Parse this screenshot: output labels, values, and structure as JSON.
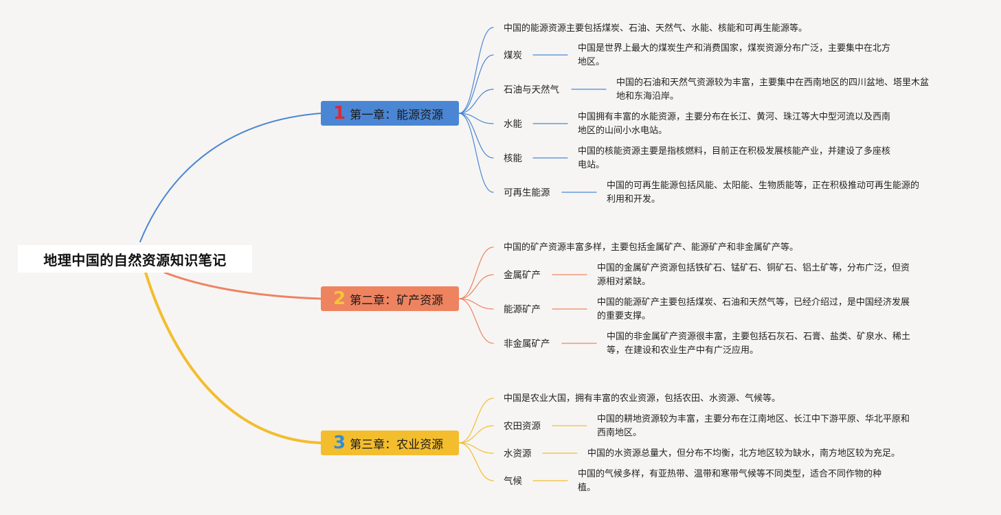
{
  "root": {
    "title": "地理中国的自然资源知识笔记"
  },
  "chapters": [
    {
      "num": "1",
      "title": "第一章：能源资源",
      "color": "#4a86d4",
      "num_color": "#d82a3a",
      "intro": "中国的能源资源主要包括煤炭、石油、天然气、水能、核能和可再生能源等。",
      "topics": [
        {
          "label": "煤炭",
          "lines": [
            "中国是世界上最大的煤炭生产和消费国家，煤炭资源分布广泛，主要集中在北方",
            "地区。"
          ]
        },
        {
          "label": "石油与天然气",
          "lines": [
            "中国的石油和天然气资源较为丰富，主要集中在西南地区的四川盆地、塔里木盆",
            "地和东海沿岸。"
          ]
        },
        {
          "label": "水能",
          "lines": [
            "中国拥有丰富的水能资源，主要分布在长江、黄河、珠江等大中型河流以及西南",
            "地区的山间小水电站。"
          ]
        },
        {
          "label": "核能",
          "lines": [
            "中国的核能资源主要是指核燃料，目前正在积极发展核能产业，并建设了多座核",
            "电站。"
          ]
        },
        {
          "label": "可再生能源",
          "lines": [
            "中国的可再生能源包括风能、太阳能、生物质能等，正在积极推动可再生能源的",
            "利用和开发。"
          ]
        }
      ]
    },
    {
      "num": "2",
      "title": "第二章：矿产资源",
      "color": "#ee8360",
      "num_color": "#f5c43a",
      "intro": "中国的矿产资源丰富多样，主要包括金属矿产、能源矿产和非金属矿产等。",
      "topics": [
        {
          "label": "金属矿产",
          "lines": [
            "中国的金属矿产资源包括铁矿石、锰矿石、铜矿石、铝土矿等，分布广泛，但资",
            "源相对紧缺。"
          ]
        },
        {
          "label": "能源矿产",
          "lines": [
            "中国的能源矿产主要包括煤炭、石油和天然气等，已经介绍过，是中国经济发展",
            "的重要支撑。"
          ]
        },
        {
          "label": "非金属矿产",
          "lines": [
            "中国的非金属矿产资源很丰富，主要包括石灰石、石膏、盐类、矿泉水、稀土",
            "等，在建设和农业生产中有广泛应用。"
          ]
        }
      ]
    },
    {
      "num": "3",
      "title": "第三章：农业资源",
      "color": "#f3bd2e",
      "num_color": "#2f8fd6",
      "intro": "中国是农业大国，拥有丰富的农业资源，包括农田、水资源、气候等。",
      "topics": [
        {
          "label": "农田资源",
          "lines": [
            "中国的耕地资源较为丰富，主要分布在江南地区、长江中下游平原、华北平原和",
            "西南地区。"
          ]
        },
        {
          "label": "水资源",
          "lines": [
            "中国的水资源总量大，但分布不均衡，北方地区较为缺水，南方地区较为充足。"
          ]
        },
        {
          "label": "气候",
          "lines": [
            "中国的气候多样，有亚热带、温带和寒带气候等不同类型，适合不同作物的种",
            "植。"
          ]
        }
      ]
    }
  ]
}
